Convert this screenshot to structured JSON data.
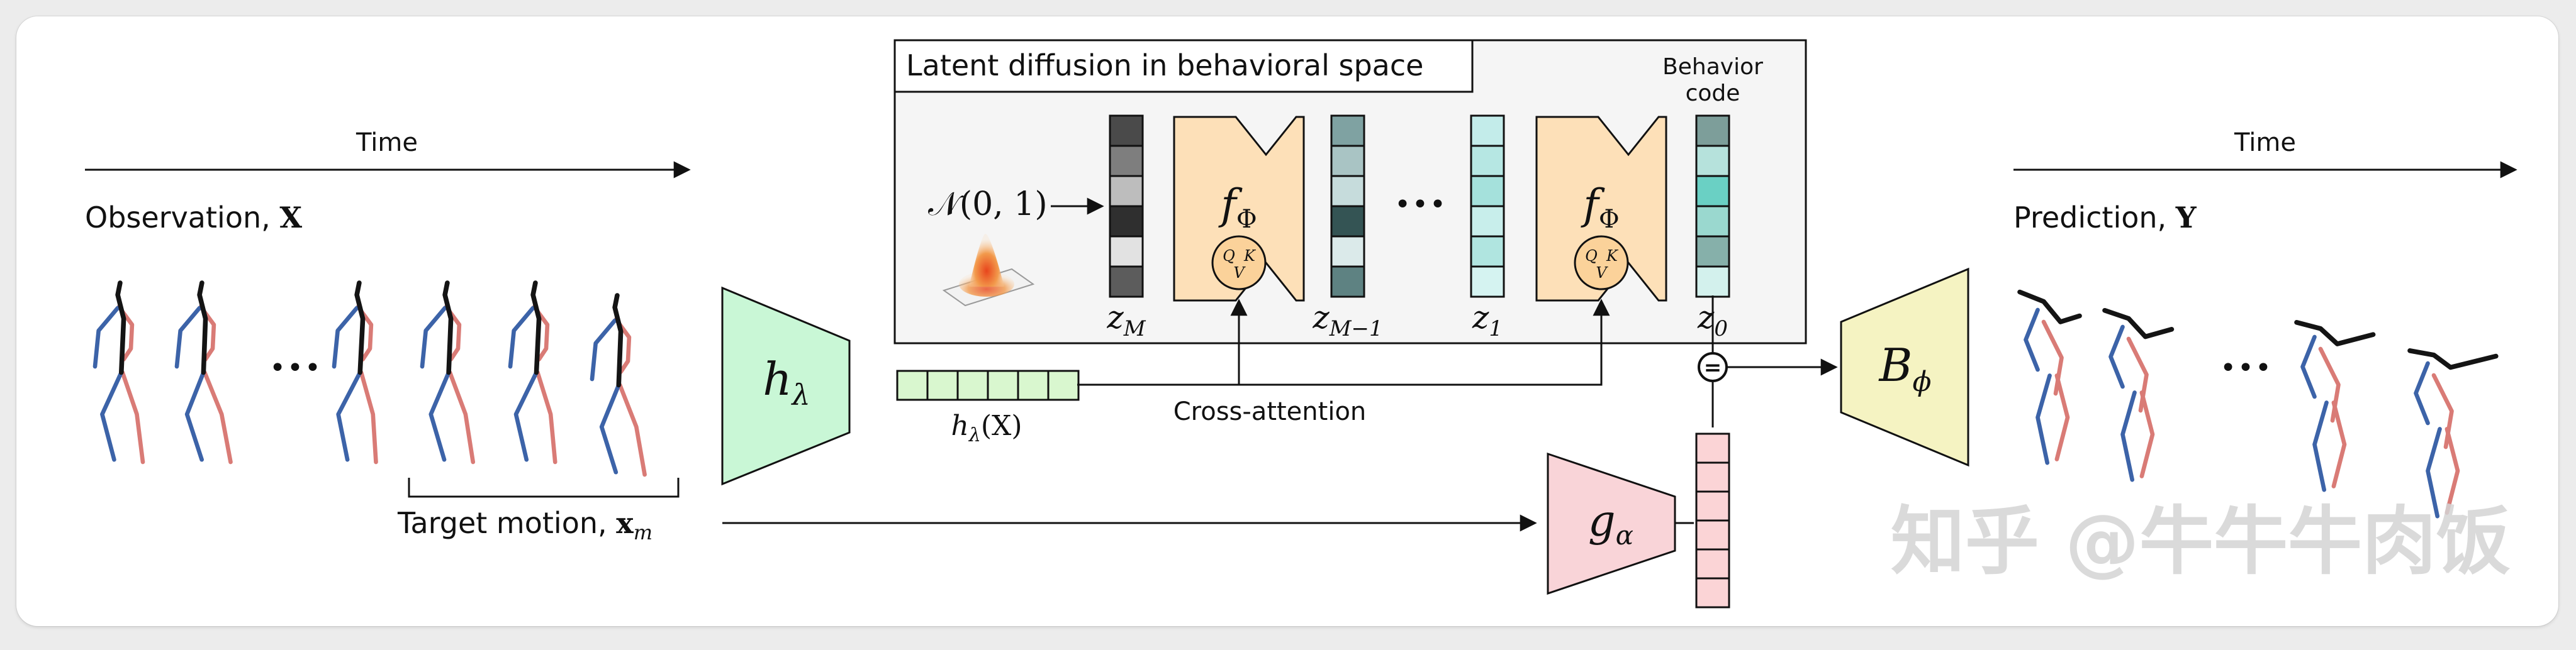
{
  "left": {
    "time_label": "Time",
    "observation_label": "Observation, ",
    "observation_symbol": "X",
    "ellipsis": "•••",
    "target_label": "Target motion, ",
    "target_symbol": "x",
    "target_sub": "m"
  },
  "encoder": {
    "symbol": "h",
    "sub": "λ"
  },
  "embedding": {
    "label_h": "h",
    "label_sub": "λ",
    "label_arg": "(X)"
  },
  "cross_attention_label": "Cross-attention",
  "diffusion": {
    "title": "Latent diffusion in behavioral space",
    "noise_label": "𝒩(0, 1)",
    "denoiser_symbol": "f",
    "denoiser_sub": "Φ",
    "qkv": [
      "Q",
      "K",
      "V"
    ],
    "behavior_code_label": [
      "Behavior",
      "code"
    ],
    "ellipsis": "•••",
    "latents": [
      {
        "name": "z",
        "sub": "M"
      },
      {
        "name": "z",
        "sub": "M−1"
      },
      {
        "name": "z",
        "sub": "1"
      },
      {
        "name": "z",
        "sub": "0"
      }
    ],
    "colors": {
      "zM": [
        "#4a4a4a",
        "#7e7e7e",
        "#bdbdbd",
        "#2f2f2f",
        "#e2e2e2",
        "#5c5c5c"
      ],
      "zM1": [
        "#7fa2a2",
        "#a9c4c4",
        "#c6dcdc",
        "#345454",
        "#dbeaea",
        "#5e8282"
      ],
      "z1": [
        "#c3ecea",
        "#b6e7e3",
        "#a5e1dc",
        "#c8eeeb",
        "#b0e5e0",
        "#d5f3f1"
      ],
      "z0": [
        "#7d9e9a",
        "#b6e2dc",
        "#6ad0c4",
        "#9ad8cf",
        "#86b0aa",
        "#d3f1ed"
      ]
    }
  },
  "combine_symbol": "=",
  "decoder": {
    "symbol": "B",
    "sub": "ϕ"
  },
  "motion_encoder": {
    "symbol": "g",
    "sub": "α"
  },
  "right": {
    "time_label": "Time",
    "prediction_label": "Prediction, ",
    "prediction_symbol": "Y",
    "ellipsis": "•••"
  },
  "watermark": "知乎 @牛牛牛肉饭",
  "palette": {
    "skeleton_blue": "#3c63a8",
    "skeleton_red": "#d97b76",
    "skeleton_black": "#141414",
    "encoder_green": "#c9f7d6",
    "denoiser_orange": "#fde0b8",
    "decoder_yellow": "#f5f3c2",
    "motion_pink": "#f9d4d8",
    "embedding_green": "#d9f7cf",
    "motion_code_pink": "#fbd4d6"
  }
}
